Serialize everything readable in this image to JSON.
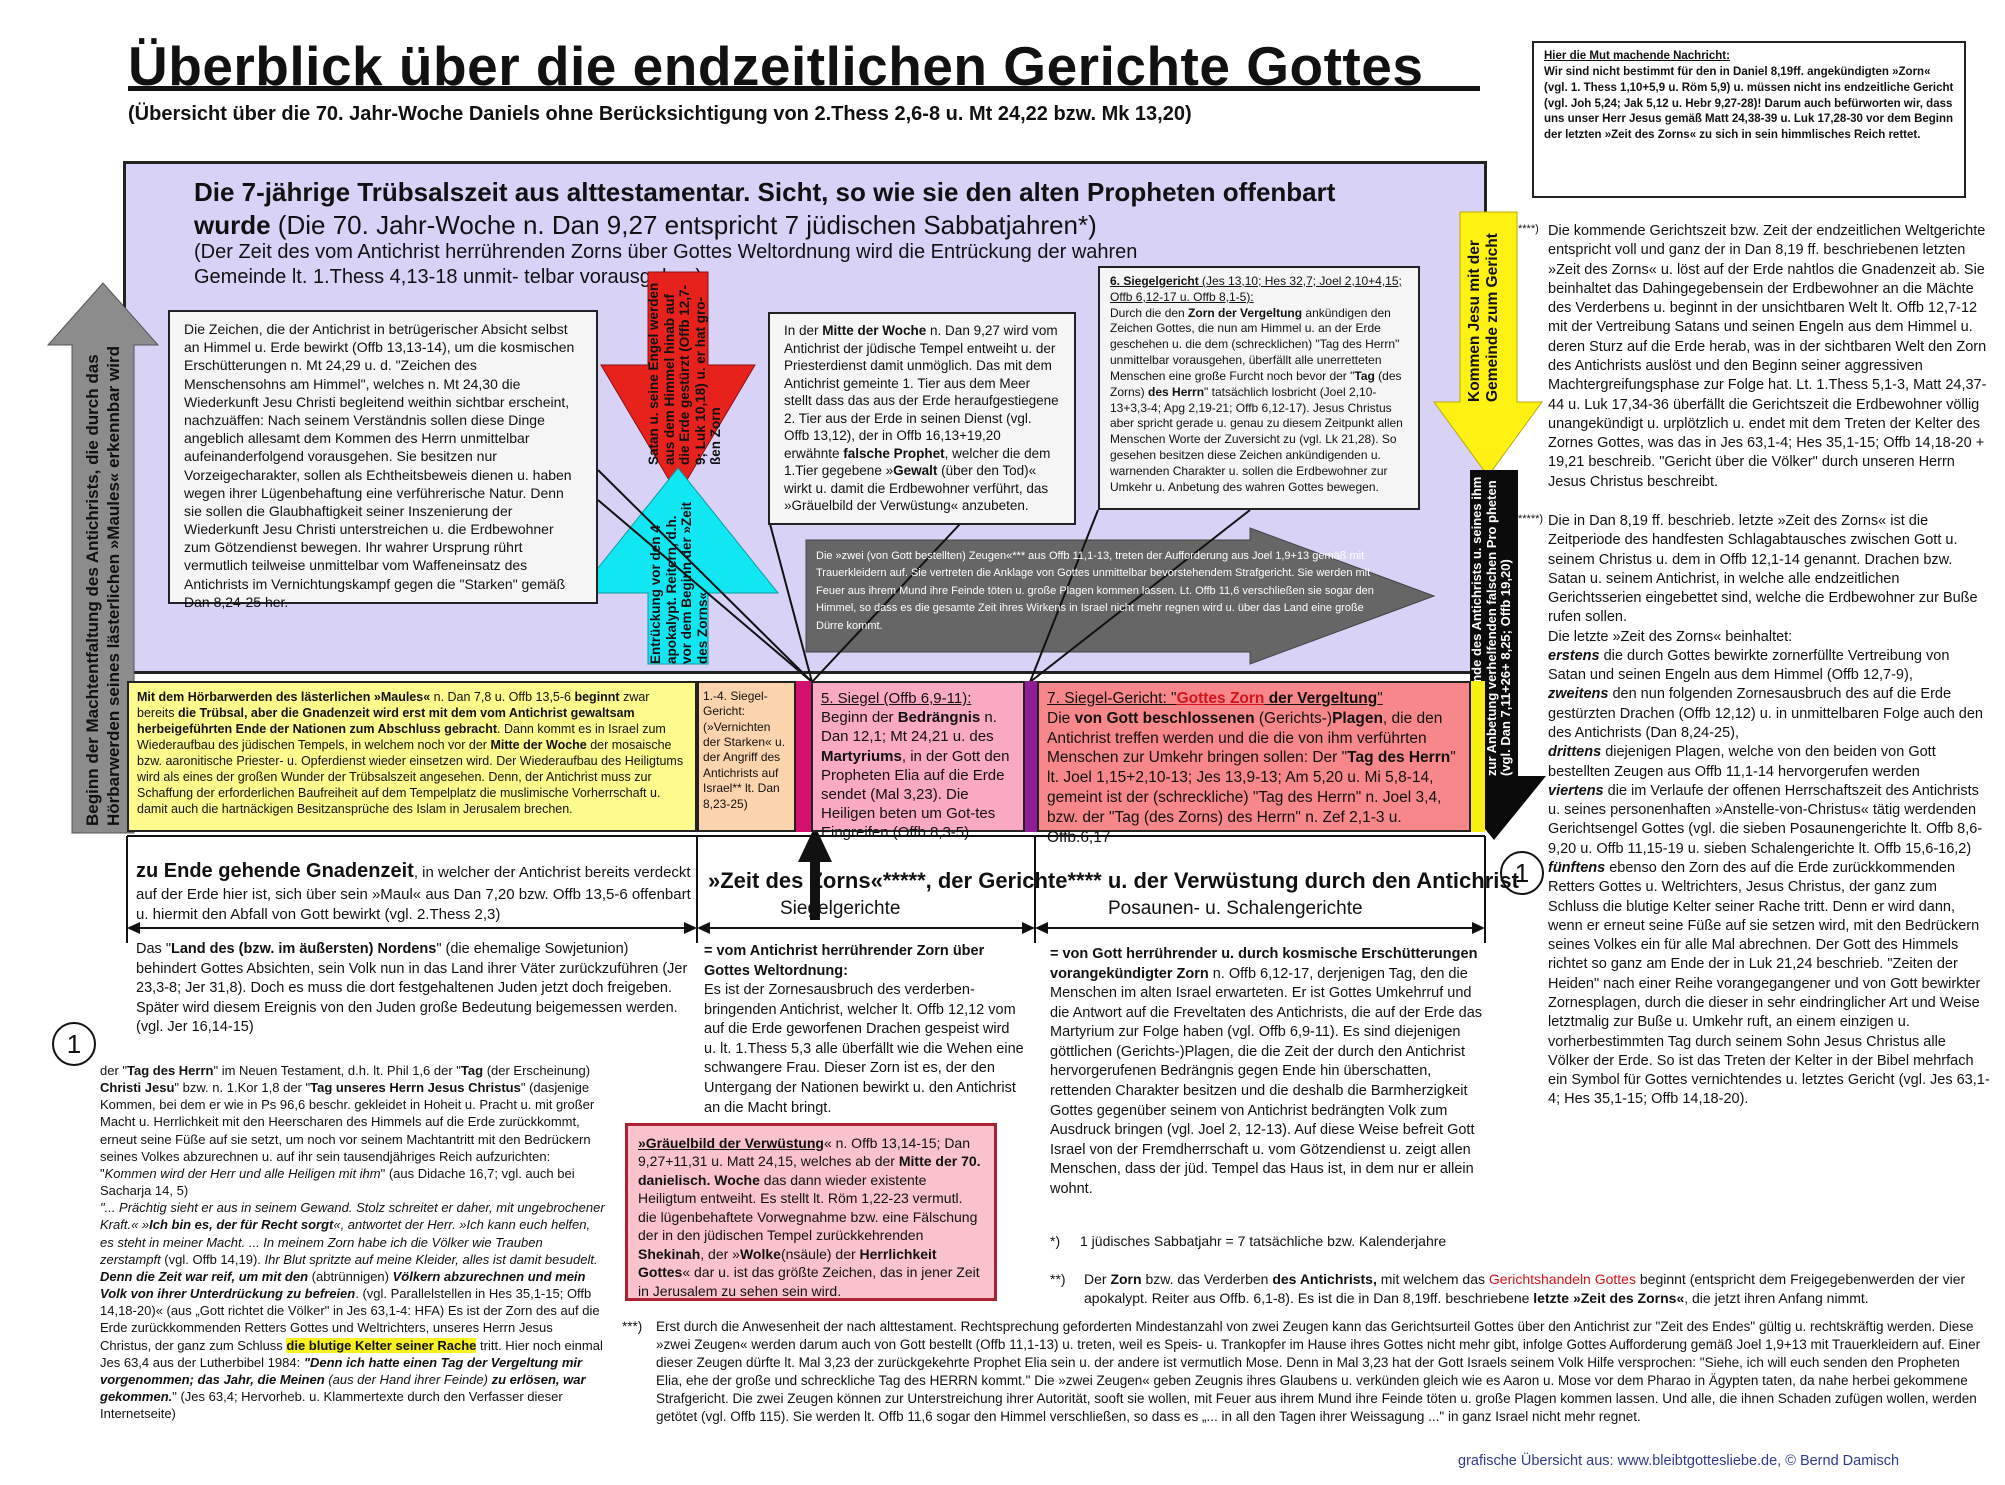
{
  "title": "Überblick über die endzeitlichen Gerichte Gottes",
  "subtitle": "(Übersicht über die 70. Jahr-Woche Daniels ohne Berücksichtigung von 2.Thess 2,6-8 u. Mt 24,22 bzw. Mk 13,20)",
  "good_news": {
    "heading": "Hier die Mut machende Nachricht:",
    "text": "Wir sind nicht bestimmt für den in Daniel 8,19ff. angekündigten »Zorn« (vgl. 1. Thess 1,10+5,9 u. Röm 5,9) u. müssen nicht ins endzeitliche Gericht (vgl. Joh 5,24; Jak 5,12 u. Hebr 9,27-28)! Darum auch befürworten wir, dass uns unser Herr Jesus gemäß Matt 24,38-39 u. Luk 17,28-30 vor dem Beginn der letzten »Zeit des Zorns« zu sich in sein himmlisches Reich rettet."
  },
  "panel": {
    "heading_bold": "Die 7-jährige Trübsalszeit aus alttestamentar. Sicht, so wie sie den alten Propheten offenbart wurde",
    "heading_normal": " (Die 70. Jahr-Woche n. Dan 9,27 entspricht 7 jüdischen Sabbatjahren*)",
    "sub": "(Der Zeit des vom Antichrist herrührenden Zorns über Gottes Weltordnung wird die Entrückung der wahren Gemeinde lt. 1.Thess 4,13-18 unmit-        telbar    vorausgehen)"
  },
  "box_zeichen": "Die Zeichen, die der Antichrist in betrügerischer Absicht selbst an Himmel u. Erde bewirkt (Offb 13,13-14), um die kosmischen Erschütterungen n. Mt 24,29 u. d. \"Zeichen des Menschensohns am Himmel\", welches n. Mt 24,30 die Wiederkunft Jesu Christi begleitend weithin sichtbar erscheint, nachzuäffen: Nach seinem Verständnis sollen diese Dinge angeblich allesamt dem Kommen des Herrn unmittelbar aufeinanderfolgend vorausgehen. Sie besitzen nur Vorzeigecharakter, sollen als Echtheitsbeweis dienen u. haben wegen ihrer Lügenbehaftung eine verführerische Natur. Denn sie sollen die Glaubhaftigkeit seiner Inszenierung der Wiederkunft Jesu Christi unterstreichen u. die Erdbewohner zum Götzendienst bewegen. Ihr wahrer Ursprung rührt vermutlich teilweise unmittelbar vom Waffeneinsatz des Antichrists im Vernichtungskampf gegen die \"Starken\" gemäß Dan 8,24-25 her.",
  "box_mitte": {
    "p1": "In der ",
    "p1b": "Mitte der Woche",
    "p2": " n. Dan 9,27 wird vom Antichrist der jüdische Tempel entweiht u. der Priesterdienst damit unmöglich. Das mit dem Antichrist gemeinte 1. Tier aus dem Meer stellt dass das aus der Erde heraufgestiegene 2. Tier aus der Erde in seinen Dienst (vgl. Offb 13,12), der in Offb 16,13+19,20 erwähnte ",
    "p2b": "falsche Prophet",
    "p3": ", welcher die dem 1.Tier gegebene »",
    "p3b": "Gewalt",
    "p4": " (über den Tod)« wirkt u. damit die Erdbewohner verführt, das »Gräuelbild der Verwüstung« anzubeten."
  },
  "box_siegel6": {
    "title": "6. Siegelgericht",
    "refs": " (Jes 13,10; Hes 32,7; Joel 2,10+4,15; Offb 6,12-17 u. Offb 8,1-5):",
    "body1": "Durch die den ",
    "body1b": "Zorn der Vergeltung",
    "body2": " ankündigen den Zeichen Gottes, die nun am Himmel u. an der Erde geschehen u. die dem (schrecklichen) \"Tag des Herrn\" unmittelbar vorausgehen, überfällt alle unerretteten Menschen eine große Furcht noch bevor der \"",
    "body2b": "Tag",
    "body3": " (des Zorns) ",
    "body3b": "des Herrn",
    "body4": "\" tatsächlich losbricht (Joel 2,10-13+3,3-4; Apg 2,19-21; Offb 6,12-17). Jesus Christus aber spricht gerade u. genau zu diesem Zeitpunkt allen Menschen Worte der Zuversicht zu (vgl. Lk 21,28). So gesehen besitzen diese Zeichen ankündigenden u. warnenden Charakter u. sollen die Erdbewohner zur Umkehr u. Anbetung des wahren Gottes bewegen."
  },
  "zeugen_arrow": "Die »zwei (von Gott bestellten) Zeugen«*** aus Offb 11,1-13, treten der Aufforderung aus Joel 1,9+13 gemäß mit Trauerkleidern auf. Sie vertreten die Anklage von Gottes unmittelbar bevorstehendem Strafgericht. Sie werden mit Feuer aus ihrem Mund ihre Feinde töten u. große Plagen kommen lassen. Lt. Offb 11,6 verschließen sie sogar den Himmel, so dass es die gesamte Zeit ihres Wirkens in Israel nicht mehr regnen wird u. über das Land eine große Dürre kommt.",
  "red_arrow_label": "Satan u. seine Engel werden aus dem Himmel hinab auf die Erde gestürzt (Offb 12,7-9; Luk 10,18) u. er hat gro-ßen Zorn",
  "cyan_arrow_label": "Entrückung vor den 4 apokalypt. Reitern, d.h. vor dem Beginn der »Zeit des Zorns«",
  "yellow_arrow_label": "Kommen Jesu mit der Gemeinde zum Gericht",
  "black_arrow_label": "gewaltsames Ende des Antichrists u. seines ihm zur Anbetung verhelfenden falschen Pro pheten (vgl. Dan 7,11+26+ 8,25; Offb 19,20)",
  "grey_arrow_label": "Beginn der Machtentfaltung des Antichrists, die durch das Hörbarwerden seines lästerlichen »Maules« erkennbar wird",
  "band_yellow": {
    "b1": "Mit dem Hörbarwerden des lästerlichen »Maules«",
    "t1": " n. Dan 7,8 u. Offb 13,5-6 ",
    "b2": "beginnt",
    "t2": " zwar bereits ",
    "b3": "die Trübsal, aber die Gnadenzeit wird erst mit dem vom Antichrist gewaltsam herbeigeführten Ende der Nationen zum Abschluss gebracht",
    "t3": ". Dann kommt es in Israel zum Wiederaufbau des jüdischen Tempels, in welchem noch vor der ",
    "b4": "Mitte der Woche",
    "t4": " der mosaische bzw. aaronitische Priester- u. Opferdienst wieder einsetzen wird. Der Wiederaufbau des Heiligtums wird als eines der großen Wunder der Trübsalszeit angesehen. Denn, der Antichrist muss zur Schaffung der erforderlichen Baufreiheit auf dem Tempelplatz die muslimische Vorherrschaft u. damit auch die hartnäckigen Besitzansprüche des Islam in Jerusalem brechen."
  },
  "band_peach": "1.-4. Siegel-Gericht: (»Vernichten der Starken« u. der Angriff des Antichrists auf Israel** lt. Dan 8,23-25)",
  "band_pink": {
    "title": "5. Siegel (Offb 6,9-11):",
    "t1": "Beginn der ",
    "b1": "Bedrängnis",
    "t2": " n. Dan 12,1; Mt 24,21 u. des ",
    "b2": "Martyriums",
    "t3": ", in der Gott den Propheten Elia auf die Erde sendet (Mal 3,23). Die Heiligen beten um Got-tes Eingreifen (Offb 8,3-5)."
  },
  "band_salmon": {
    "title": "7. Siegel-Gericht: \"",
    "title_red": "Gottes Zorn",
    "title2": " der Vergeltung",
    "title3": "\"",
    "t1": "Die ",
    "b1": "von Gott beschlossenen",
    "t2": " (Gerichts-)",
    "b2": "Plagen",
    "t3": ", die den Antichrist treffen werden und die die von ihm verführten Menschen zur Umkehr bringen sollen: Der \"",
    "b3": "Tag des Herrn",
    "t4": "\" lt. Joel 1,15+2,10-13; Jes 13,9-13; Am 5,20 u. Mi 5,8-14, gemeint ist der (schreckliche) \"Tag des Herrn\" n. Joel 3,4, bzw. der \"Tag (des Zorns) des Herrn\" n. Zef 2,1-3 u. Offb.6,17"
  },
  "gnadenzeit": {
    "b1": "zu Ende gehende Gnadenzeit",
    "t1": ", in welcher der Antichrist bereits verdeckt auf der Erde hier ist, sich über sein »Maul« aus Dan 7,20 bzw. Offb 13,5-6 offenbart u. hiermit den Abfall von Gott bewirkt (vgl. 2.Thess 2,3)"
  },
  "zorn_heading": "»Zeit des      Zorns«*****, der Gerichte**** u. der Verwüstung durch den Antichrist",
  "siegelgerichte": "Siegelgerichte",
  "posaunen": "Posaunen- u. Schalengerichte",
  "circle_label": "1",
  "norden": {
    "t1": "Das \"",
    "b1": "Land des (bzw. im äußersten) Nordens",
    "t2": "\" (die ehemalige Sowjetunion) behindert Gottes Absichten, sein Volk nun in das Land ihrer Väter zurückzuführen (Jer 23,3-8; Jer 31,8). Doch es muss die dort festgehaltenen Juden jetzt doch freigeben. Später wird diesem Ereignis von den Juden große Bedeutung beigemessen werden. (vgl. Jer 16,14-15)"
  },
  "antichrist_zorn": {
    "b1": "= vom Antichrist herrührender Zorn über Gottes Weltordnung:",
    "t1": "Es ist der Zornesausbruch des verderben-bringenden Antichrist, welcher lt. Offb 12,12 vom auf die Erde geworfenen Drachen gespeist wird u. lt. 1.Thess 5,3 alle überfällt wie die Wehen eine schwangere Frau. Dieser Zorn ist es, der den Untergang der Nationen bewirkt u. den Antichrist an die Macht bringt."
  },
  "gottes_zorn": {
    "b1": "= von Gott herrührender u. durch kosmische Erschütterungen vorangekündigter Zorn",
    "t1": " n. Offb 6,12-17, derjenigen Tag, den die Menschen im alten Israel erwarteten. Er ist Gottes Umkehrruf und die Antwort auf die Freveltaten des Antichrists, die auf der Erde das Martyrium zur Folge haben (vgl. Offb 6,9-11). Es sind diejenigen göttlichen (Gerichts-)Plagen, die die Zeit der durch den Antichrist hervorgerufenen Bedrängnis gegen Ende hin überschatten, rettenden Charakter besitzen und die deshalb die Barmherzigkeit Gottes gegenüber seinem von Antichrist bedrängten Volk zum Ausdruck bringen (vgl. Joel 2, 12-13). Auf diese Weise befreit Gott Israel von der Fremdherrschaft u. vom Götzendienst u. zeigt allen Menschen, dass der jüd. Tempel das Haus ist, in dem nur er allein wohnt."
  },
  "graeuel": {
    "b1": "»Gräuelbild der Verwüstung",
    "t1": "« n. Offb 13,14-15; Dan 9,27+11,31 u. Matt 24,15, welches ab der ",
    "b2": "Mitte der 70. danielisch. Woche",
    "t2": " das dann wieder existente Heiligtum entweiht. Es stellt lt. Röm 1,22-23 vermutl. die lügenbehaftete Vorwegnahme bzw. eine Fälschung der in den jüdischen Tempel zurückkehrenden ",
    "b3": "Shekinah",
    "t3": ", der »",
    "b4": "Wolke",
    "t4": "(nsäule) der ",
    "b5": "Herrlichkeit Gottes",
    "t5": "« dar u. ist das größte Zeichen, das in jener Zeit in Jerusalem zu sehen sein wird."
  },
  "tag_des_herrn": {
    "t1": "der \"",
    "b1": "Tag des Herrn",
    "t2": "\" im Neuen Testament, d.h. lt. Phil 1,6 der \"",
    "b2": "Tag",
    "t3": " (der Erscheinung) ",
    "b3": "Christi Jesu",
    "t4": "\" bzw. n. 1.Kor 1,8 der \"",
    "b4": "Tag unseres Herrn Jesus Christus",
    "t5": "\" (dasjenige Kommen, bei dem er wie in Ps 96,6 beschr. gekleidet in Hoheit u. Pracht u. mit großer Macht u. Herrlichkeit mit den Heerscharen des Himmels auf die Erde zurückkommt, erneut seine Füße auf sie setzt, um noch vor seinem Machtantritt mit den Bedrückern seines Volkes abzurechnen u. auf ihr sein tausendjähriges Reich aufzurichten: \"",
    "i1": "Kommen wird der Herr und alle Heiligen mit ihm",
    "t6": "\" (aus Didache 16,7; vgl. auch bei Sacharja 14, 5)",
    "i2": "\"... Prächtig sieht er aus in seinem Gewand. Stolz schreitet er daher, mit ungebrochener Kraft.« »",
    "bi1": "Ich bin es, der für Recht sorgt",
    "i3": "«, antwortet der Herr. »Ich kann euch helfen, es steht in meiner Macht. ... In meinem Zorn habe ich die Völker wie Trauben zerstampft",
    "t7": " (vgl. Offb 14,19). ",
    "i4": "Ihr Blut spritzte auf meine Kleider, alles ist damit besudelt.",
    "bi2": "Denn die Zeit war reif, um mit den",
    "t8": " (abtrünnigen) ",
    "bi3": "Völkern abzurechnen und mein Volk von ihrer Unterdrückung zu befreien",
    "t9": ". (vgl. Parallelstellen in Hes 35,1-15; Offb 14,18-20)« (aus „Gott richtet die Völker\" in Jes 63,1-4: HFA) Es ist der Zorn des auf die Erde zurückkommenden Retters Gottes und Weltrichters, unseres Herrn Jesus Christus, der ganz zum Schluss ",
    "hl": "die blutige Kelter seiner Rache",
    "t10": " tritt. Hier noch einmal Jes 63,4 aus der Lutherbibel 1984: ",
    "bi4": "\"Denn ich hatte einen Tag der Vergeltung mir vorgenommen; das Jahr, die Meinen",
    "i5": " (aus der Hand ihrer Feinde) ",
    "bi5": "zu erlösen, war gekommen.",
    "t11": "\" (Jes 63,4; Hervorheb. u. Klammertexte durch den Verfasser dieser Internetseite)"
  },
  "right_col": {
    "m1": "****)",
    "p1": "Die kommende Gerichtszeit bzw. Zeit der endzeitlichen Weltgerichte entspricht voll und ganz der in Dan 8,19 ff. beschriebenen letzten »Zeit des Zorns« u. löst auf der Erde nahtlos die Gnadenzeit ab. Sie beinhaltet das Dahingegebensein der Erdbewohner an die Mächte des Verderbens u. beginnt in der unsichtbaren Welt lt. Offb 12,7-12 mit der Vertreibung Satans und seinen Engeln aus dem Himmel u. deren Sturz auf die Erde herab, was in der sichtbaren Welt den Zorn des Antichrists auslöst und den Beginn seiner aggressiven Machtergreifungsphase zur Folge hat. Lt. 1.Thess 5,1-3, Matt 24,37-44 u. Luk 17,34-36 überfällt die Gerichtszeit die Erdbewohner völlig unangekündigt u. urplötzlich u. endet mit dem Treten der Kelter des Zornes Gottes, was das in Jes 63,1-4; Hes 35,1-15; Offb 14,18-20 + 19,21 beschreib. \"Gericht über die Völker\" durch unseren Herrn Jesus Christus beschreibt.",
    "m2": "*****)",
    "p2": "Die in Dan 8,19 ff. beschrieb. letzte »Zeit des Zorns« ist die Zeitperiode des handfesten Schlagabtausches zwischen Gott u. seinem Christus u. dem in Offb 12,1-14 genannt. Drachen bzw. Satan u. seinem Antichrist, in welche alle endzeitlichen Gerichtsserien eingebettet sind, welche die Erdbewohner zur Buße rufen sollen.",
    "p3": "Die letzte »Zeit des Zorns« beinhaltet:",
    "e1k": "erstens",
    "e1": " die durch Gottes bewirkte zornerfüllte Vertreibung von Satan und seinen Engeln aus dem Himmel (Offb 12,7-9),",
    "e2k": "zweitens",
    "e2": " den nun folgenden Zornesausbruch des auf die Erde gestürzten Drachen (Offb 12,12) u. in unmittelbaren Folge auch den des Antichrists (Dan 8,24-25),",
    "e3k": "drittens",
    "e3": " diejenigen Plagen, welche von den beiden von Gott bestellten Zeugen aus Offb 11,1-14 hervorgerufen werden",
    "e4k": "viertens",
    "e4": " die im Verlaufe der offenen Herrschaftszeit des Antichrists u. seines personenhaften »Anstelle-von-Christus« tätig werdenden Gerichtsengel Gottes (vgl. die sieben Posaunengerichte lt. Offb 8,6-9,20 u. Offb 11,15-19 u. sieben Schalengerichte lt. Offb 15,6-16,2)",
    "e5k": "fünftens",
    "e5": " ebenso den Zorn des auf die Erde zurückkommenden Retters Gottes u. Weltrichters, Jesus Christus, der ganz zum Schluss die blutige Kelter seiner Rache tritt. Denn er wird dann, wenn er erneut seine Füße auf sie setzen wird, mit den Bedrückern seines Volkes ein für alle Mal abrechnen. Der Gott des Himmels richtet so ganz am Ende der in Luk 21,24 beschrieb. \"Zeiten der Heiden\" nach einer Reihe vorangegangener und von Gott bewirkter Zornesplagen, durch die dieser in sehr eindringlicher Art und Weise letztmalig zur Buße u. Umkehr ruft, an einem einzigen u. vorherbestimmten Tag durch seinem Sohn Jesus Christus alle Völker der Erde. So ist das Treten der Kelter in der Bibel mehrfach ein Symbol für Gottes vernichtendes u. letztes Gericht (vgl. Jes 63,1-4; Hes 35,1-15; Offb 14,18-20)."
  },
  "note_star": {
    "m": "*)",
    "t": "1 jüdisches Sabbatjahr = 7 tatsächliche bzw. Kalenderjahre"
  },
  "note_2star": {
    "m": "**)",
    "t1": "Der ",
    "b1": "Zorn",
    "t2": " bzw. das Verderben ",
    "b2": "des Antichrists,",
    "t3": " mit welchem das ",
    "r1": "Gerichtshandeln Gottes",
    "t4": " beginnt (entspricht dem Freigegebenwerden der vier apokalypt. Reiter aus Offb. 6,1-8). Es ist die in Dan 8,19ff. beschriebene ",
    "b3": "letzte »Zeit des Zorns«",
    "t5": ", die jetzt ihren Anfang nimmt."
  },
  "note_3star": {
    "m": "***)",
    "t": "Erst durch die Anwesenheit der nach alttestament. Rechtsprechung geforderten Mindestanzahl von zwei Zeugen kann das Gerichtsurteil Gottes über den Antichrist zur \"Zeit des Endes\" gültig u. rechtskräftig werden. Diese »zwei Zeugen« werden darum auch von Gott bestellt (Offb 11,1-13) u. treten, weil es Speis- u. Trankopfer im Hause ihres Gottes nicht mehr gibt, infolge Gottes Aufforderung gemäß Joel 1,9+13 mit Trauerkleidern auf. Einer dieser Zeugen dürfte lt. Mal 3,23 der zurückgekehrte Prophet Elia sein u. der andere ist vermutlich Mose. Denn in Mal 3,23 hat der Gott Israels seinem Volk Hilfe versprochen: \"Siehe, ich will euch senden den Propheten Elia, ehe der große und schreckliche Tag des HERRN kommt.\" Die »zwei Zeugen« geben Zeugnis ihres Glaubens u. verkünden gleich wie es Aaron u. Mose vor dem Pharao in Ägypten taten, da nahe herbei gekommene Strafgericht. Die zwei Zeugen können zur Unterstreichung ihrer Autorität, sooft sie wollen, mit Feuer aus ihrem Mund ihre Feinde töten u. große Plagen kommen lassen. Und alle, die ihnen Schaden zufügen wollen, werden getötet (vgl. Offb 115). Sie werden lt. Offb 11,6 sogar den Himmel verschließen, so dass es „... in all den Tagen ihrer Weissagung ...\" in ganz Israel nicht mehr regnet."
  },
  "credit": "grafische Übersicht aus: www.bleibtgottesliebe.de, © Bernd Damisch",
  "colors": {
    "panel": "#d8d2f7",
    "red_arrow": "#e7221d",
    "cyan_arrow": "#11e7f2",
    "yellow_arrow": "#fff112",
    "grey_arrow": "#8c8c8c",
    "black_arrow": "#0b0b0b",
    "zeugen_arrow": "#666666"
  }
}
